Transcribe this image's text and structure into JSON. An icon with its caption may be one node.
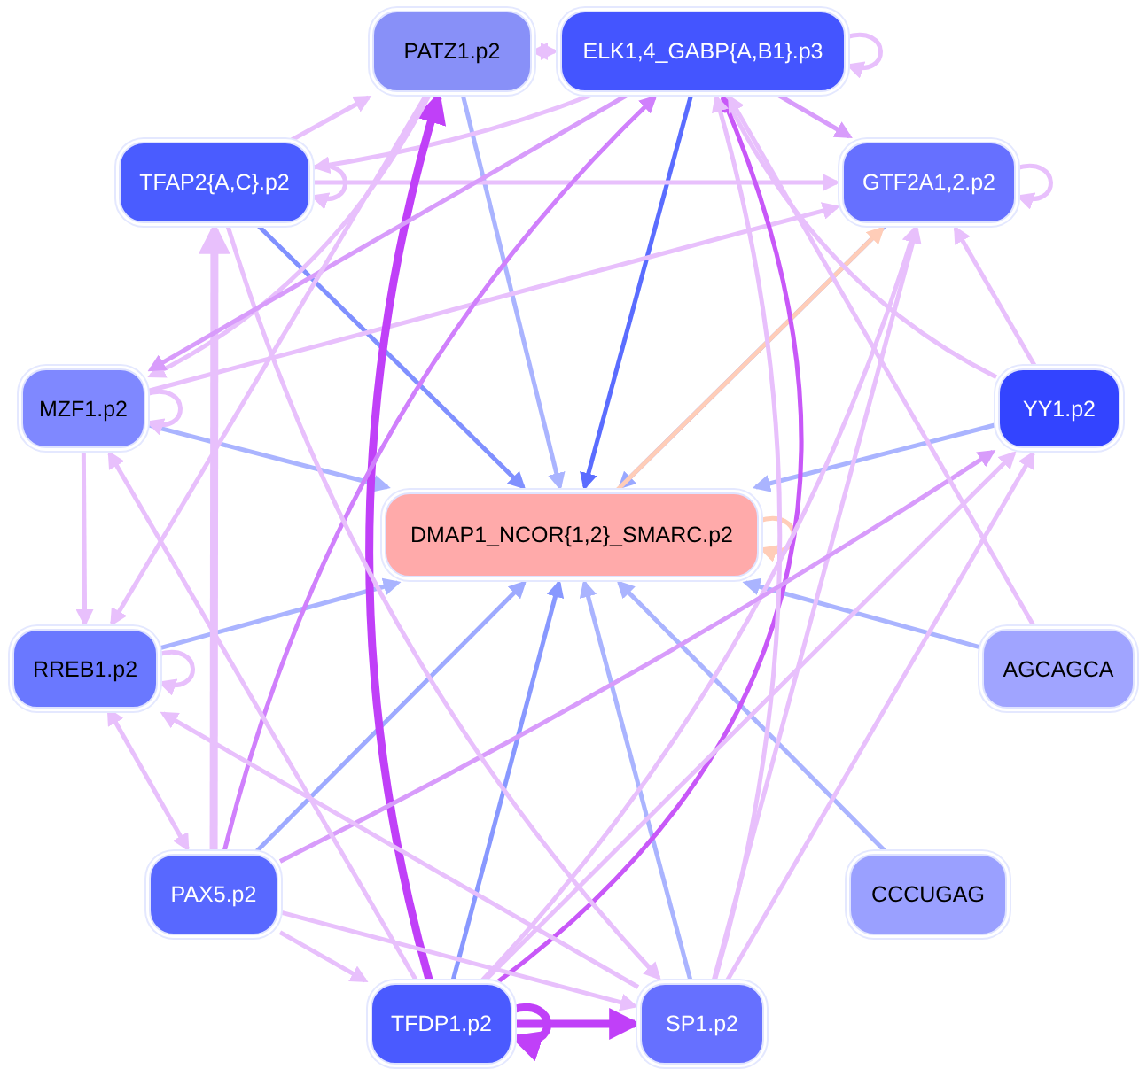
{
  "diagram": {
    "nodes": [
      {
        "text": [
          "PATZ1.p2"
        ]
      },
      {
        "text": [
          "ELK1,4_GABP{A,B1}.p3"
        ]
      },
      {
        "text": [
          "TFAP2{A,C}.p2"
        ]
      },
      {
        "text": [
          "GTF2A1,2.p2"
        ]
      },
      {
        "text": [
          "MZF1.p2"
        ]
      },
      {
        "text": [
          "YY1.p2"
        ]
      },
      {
        "text": [
          "DMAP1_NCOR{1,2}_SMARC.p2"
        ]
      },
      {
        "text": [
          "RREB1.p2"
        ]
      },
      {
        "text": [
          "AGCAGCA"
        ]
      },
      {
        "text": [
          "PAX5.p2"
        ]
      },
      {
        "text": [
          "CCCUGAG"
        ]
      },
      {
        "text": [
          "TFDP1.p2"
        ]
      },
      {
        "text": [
          "SP1.p2"
        ]
      }
    ],
    "edges": [
      {
        "from": 0,
        "to": 6,
        "arrow": "to",
        "color": "#aab4ff"
      },
      {
        "from": 1,
        "to": 6,
        "arrow": "to",
        "color": "#5a6cff"
      },
      {
        "from": 2,
        "to": 6,
        "arrow": "to",
        "color": "#8090ff"
      },
      {
        "from": 3,
        "to": 6,
        "arrow": "to",
        "color": "#99a8ff"
      },
      {
        "from": 6,
        "to": 3,
        "arrow": "to",
        "color": "#ffcdb8"
      },
      {
        "from": 4,
        "to": 6,
        "arrow": "to",
        "color": "#aab4ff"
      },
      {
        "from": 5,
        "to": 6,
        "arrow": "to",
        "color": "#aab4ff"
      },
      {
        "from": 7,
        "to": 6,
        "arrow": "to",
        "color": "#aab4ff"
      },
      {
        "from": 8,
        "to": 6,
        "arrow": "to",
        "color": "#aab4ff"
      },
      {
        "from": 9,
        "to": 6,
        "arrow": "to",
        "color": "#9eaaff"
      },
      {
        "from": 10,
        "to": 6,
        "arrow": "to",
        "color": "#aab4ff"
      },
      {
        "from": 11,
        "to": 6,
        "arrow": "to",
        "color": "#8898ff"
      },
      {
        "from": 12,
        "to": 6,
        "arrow": "to",
        "color": "#aab4ff"
      },
      {
        "from": 6,
        "to": 6,
        "arrow": "to",
        "color": "#ffcdb8"
      },
      {
        "from": 1,
        "to": 1,
        "arrow": "to"
      },
      {
        "from": 3,
        "to": 3,
        "arrow": "to"
      },
      {
        "from": 2,
        "to": 2,
        "arrow": "to"
      },
      {
        "from": 4,
        "to": 4,
        "arrow": "to"
      },
      {
        "from": 7,
        "to": 7,
        "arrow": "to"
      },
      {
        "from": 11,
        "to": 11,
        "arrow": "to",
        "color": "#c040f8",
        "style": "thick"
      },
      {
        "from": 0,
        "to": 1,
        "arrow": "both"
      },
      {
        "from": 1,
        "to": 3,
        "arrow": "to",
        "color": "#d89cfb"
      },
      {
        "from": 2,
        "to": 3,
        "arrow": "to"
      },
      {
        "from": 2,
        "to": 0,
        "arrow": "to"
      },
      {
        "from": 1,
        "to": 2,
        "arrow": "to"
      },
      {
        "from": 4,
        "to": 3,
        "arrow": "to"
      },
      {
        "from": 5,
        "to": 3,
        "arrow": "to"
      },
      {
        "from": 5,
        "to": 1,
        "arrow": "to"
      },
      {
        "from": 11,
        "to": 0,
        "arrow": "to",
        "color": "#c040f8",
        "style": "thick"
      },
      {
        "from": 11,
        "to": 1,
        "arrow": "to",
        "color": "#c858f8"
      },
      {
        "from": 9,
        "to": 1,
        "arrow": "to",
        "color": "#d080fc"
      },
      {
        "from": 11,
        "to": 12,
        "arrow": "to",
        "color": "#c040f8",
        "style": "thick"
      },
      {
        "from": 9,
        "to": 11,
        "arrow": "to"
      },
      {
        "from": 9,
        "to": 12,
        "arrow": "to"
      },
      {
        "from": 9,
        "to": 2,
        "arrow": "to",
        "style": "thick"
      },
      {
        "from": 7,
        "to": 9,
        "arrow": "both"
      },
      {
        "from": 4,
        "to": 7,
        "arrow": "to"
      },
      {
        "from": 12,
        "to": 3,
        "arrow": "to"
      },
      {
        "from": 11,
        "to": 3,
        "arrow": "to"
      },
      {
        "from": 12,
        "to": 1,
        "arrow": "to"
      },
      {
        "from": 12,
        "to": 5,
        "arrow": "to"
      },
      {
        "from": 11,
        "to": 5,
        "arrow": "to"
      },
      {
        "from": 9,
        "to": 5,
        "arrow": "to",
        "color": "#d89cfb"
      },
      {
        "from": 8,
        "to": 1,
        "arrow": "to"
      },
      {
        "from": 2,
        "to": 12,
        "arrow": "to"
      },
      {
        "from": 0,
        "to": 4,
        "arrow": "to"
      },
      {
        "from": 1,
        "to": 4,
        "arrow": "to",
        "color": "#d89cfb"
      },
      {
        "from": 11,
        "to": 4,
        "arrow": "to"
      },
      {
        "from": 0,
        "to": 7,
        "arrow": "to"
      },
      {
        "from": 12,
        "to": 7,
        "arrow": "to"
      }
    ]
  }
}
